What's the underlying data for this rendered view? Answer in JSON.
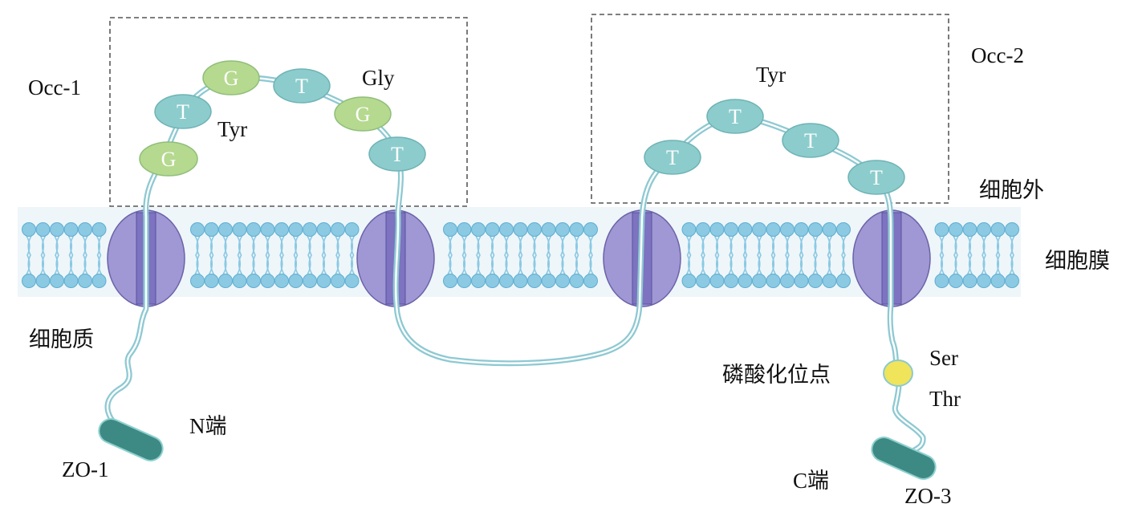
{
  "labels": {
    "occ1": "Occ-1",
    "occ2": "Occ-2",
    "gly": "Gly",
    "tyr_left": "Tyr",
    "tyr_right": "Tyr",
    "extracellular": "细胞外",
    "membrane": "细胞膜",
    "cytoplasm": "细胞质",
    "n_term": "N端",
    "c_term": "C端",
    "zo1": "ZO-1",
    "zo3": "ZO-3",
    "phospho_site": "磷酸化位点",
    "ser": "Ser",
    "thr": "Thr"
  },
  "loop1_residues": [
    "G",
    "T",
    "G",
    "T",
    "G",
    "T"
  ],
  "loop2_residues": [
    "T",
    "T",
    "T",
    "T"
  ],
  "colors": {
    "gly_residue": "#b5d98f",
    "tyr_residue": "#8ccccc",
    "transmembrane_protein": "#9f98d4",
    "lipid_head": "#8cc9e3",
    "peptide_chain": "#a8dce2",
    "zo_protein": "#3d8a85",
    "phosphorylation_site": "#efe45a"
  }
}
